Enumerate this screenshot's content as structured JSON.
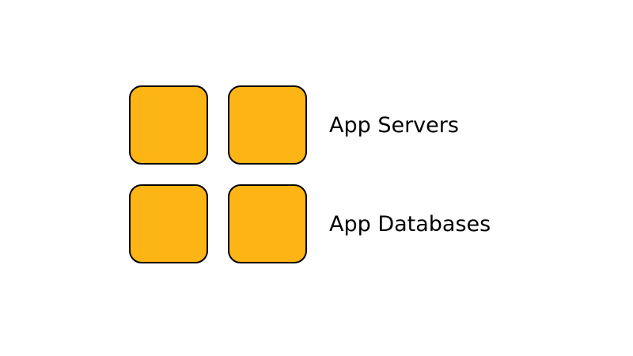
{
  "diagram": {
    "box_color": "#FDB515",
    "rows": [
      {
        "label": "App Servers",
        "boxes": 2
      },
      {
        "label": "App Databases",
        "boxes": 2
      }
    ]
  }
}
